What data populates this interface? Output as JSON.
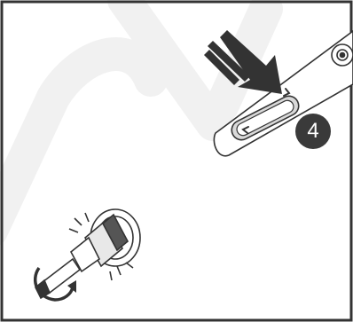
{
  "step": {
    "number": "4"
  },
  "icons": {
    "frame": "panel-border-frame",
    "watermark": "watermark-text-shape",
    "device": "device-handle-with-slider",
    "slider": "slider-button-icon",
    "arrow": "push-direction-arrow-icon",
    "screw": "screw-driver-rotation-icon"
  },
  "colors": {
    "stroke": "#333333",
    "step_badge": "#3a3a3a",
    "watermark": "#f1f1f1",
    "slider_fill": "#d9d9d9"
  }
}
